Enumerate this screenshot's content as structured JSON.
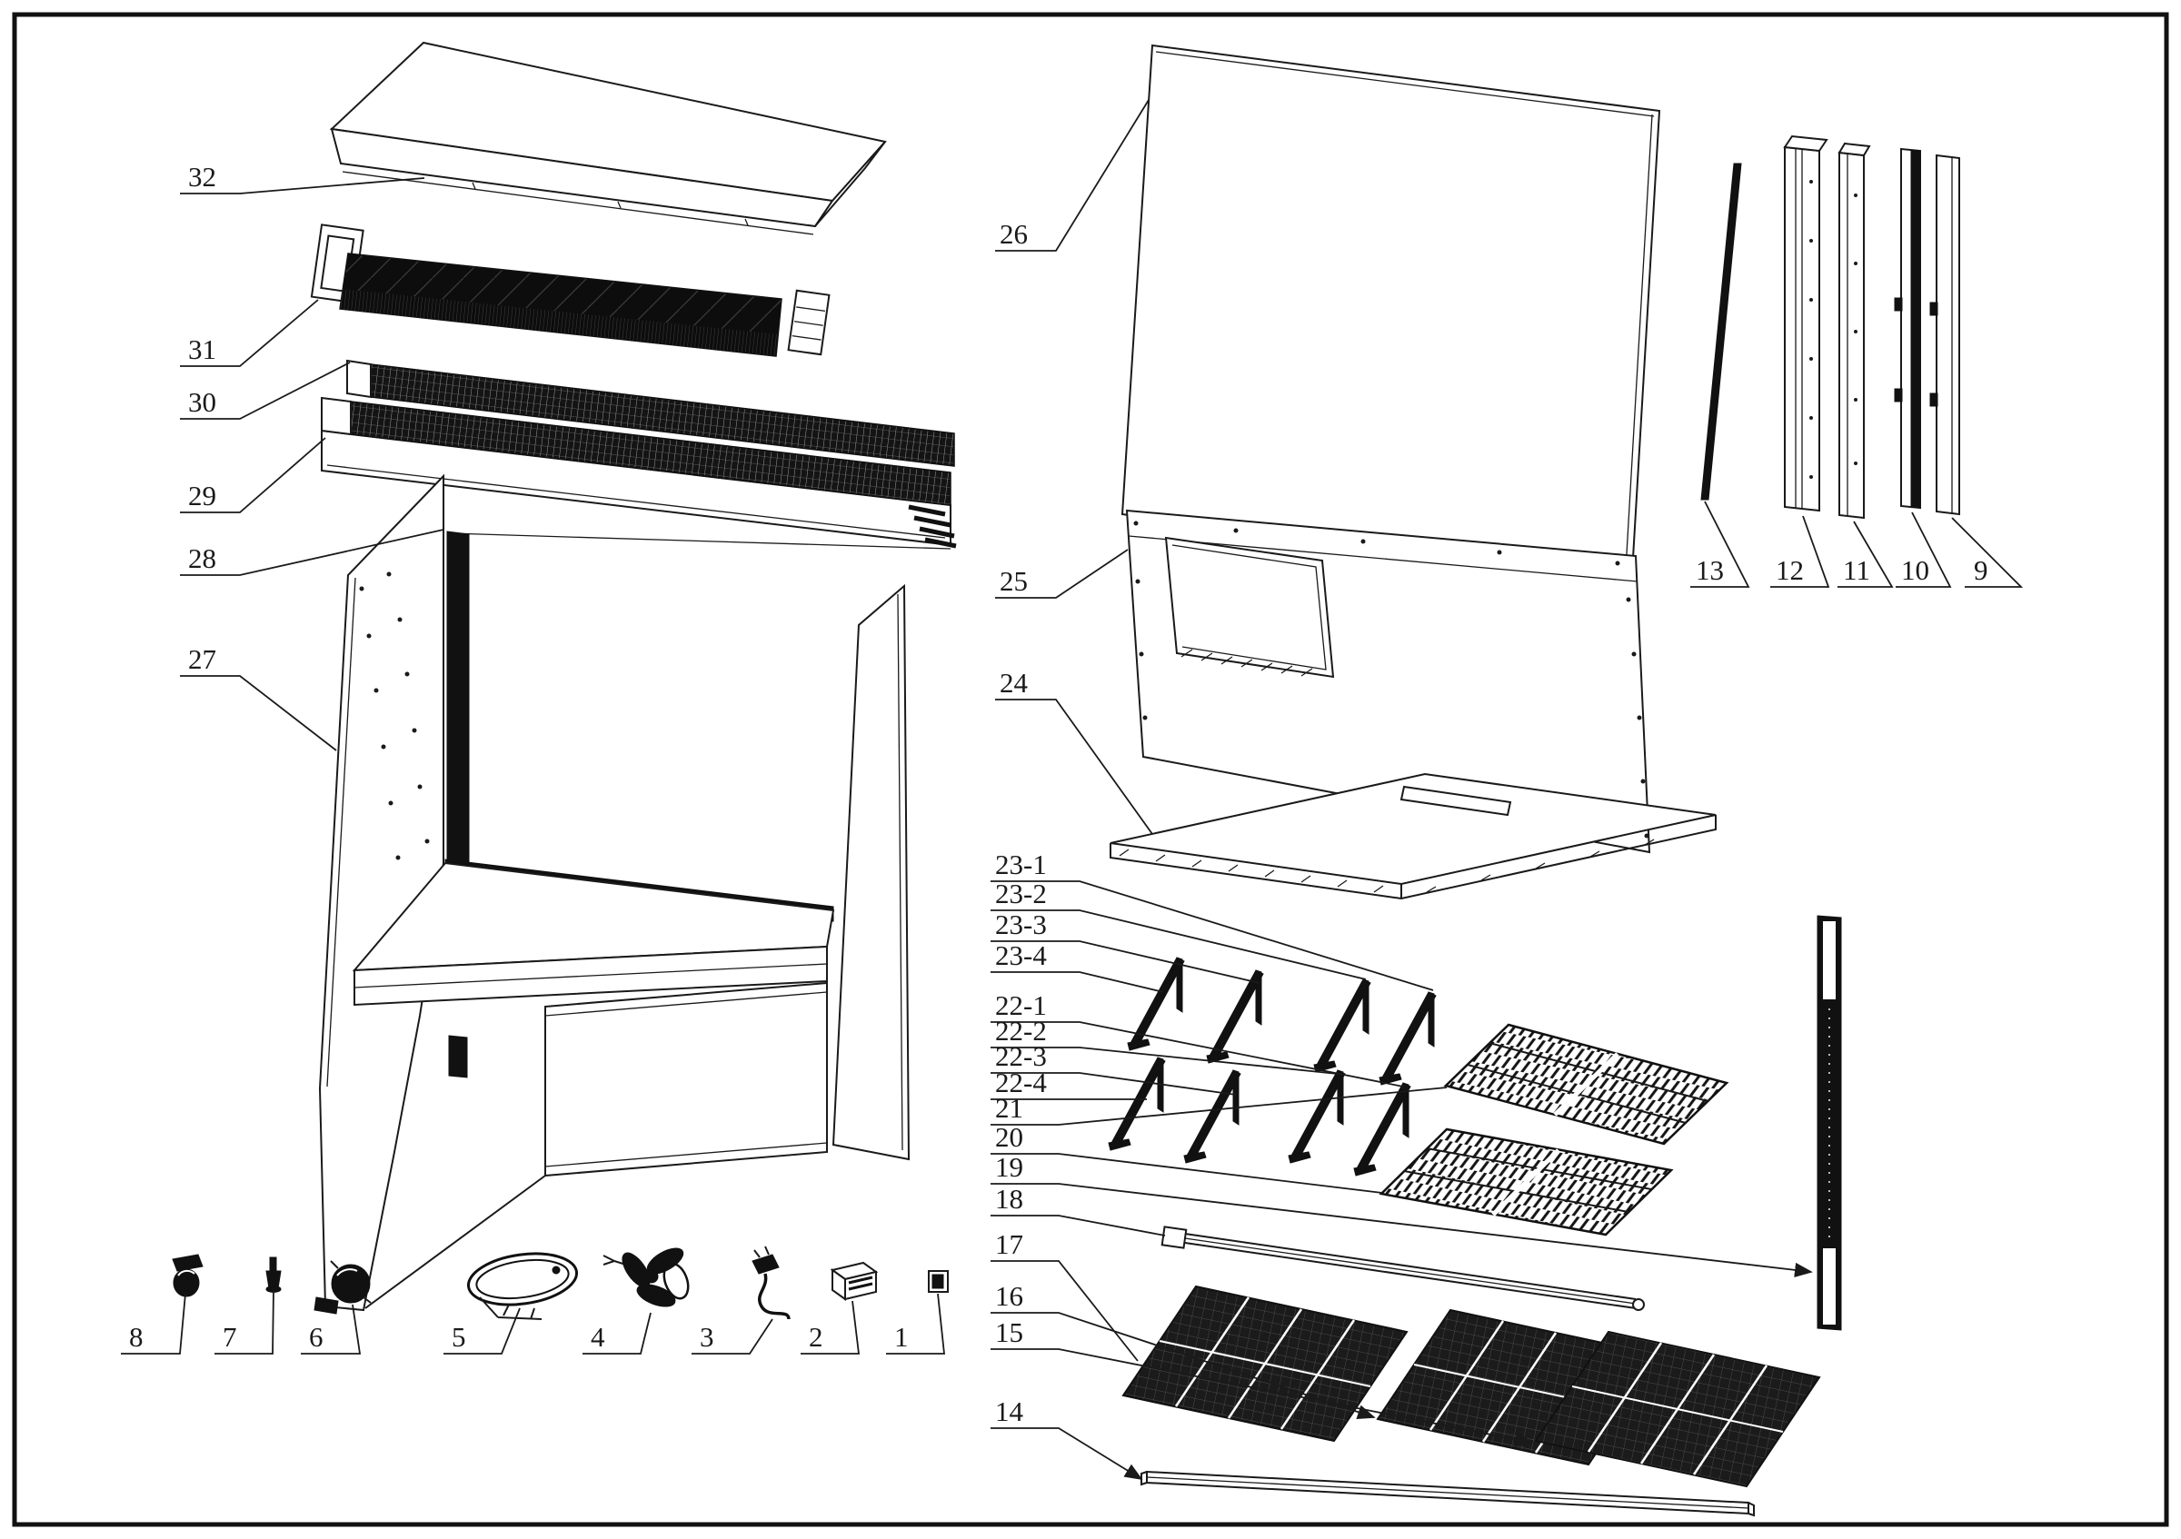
{
  "figure": {
    "kind": "exploded-parts-diagram",
    "subject": "refrigerated display cabinet",
    "background": "#ffffff",
    "line_color": "#1a1a1a"
  },
  "parts": [
    {
      "label": "32",
      "name": "top-cover-panel"
    },
    {
      "label": "31",
      "name": "evaporator-coil"
    },
    {
      "label": "30",
      "name": "air-grille-strip"
    },
    {
      "label": "29",
      "name": "grille-tray"
    },
    {
      "label": "28",
      "name": "corner-trim-strip"
    },
    {
      "label": "27",
      "name": "cabinet-body"
    },
    {
      "label": "26",
      "name": "front-glass-panel"
    },
    {
      "label": "25",
      "name": "rear-access-panel"
    },
    {
      "label": "24",
      "name": "bottom-glass-shelf"
    },
    {
      "label": "23-1",
      "name": "upper-shelf-bracket-1"
    },
    {
      "label": "23-2",
      "name": "upper-shelf-bracket-2"
    },
    {
      "label": "23-3",
      "name": "upper-shelf-bracket-3"
    },
    {
      "label": "23-4",
      "name": "upper-shelf-bracket-4"
    },
    {
      "label": "22-1",
      "name": "lower-shelf-bracket-1"
    },
    {
      "label": "22-2",
      "name": "lower-shelf-bracket-2"
    },
    {
      "label": "22-3",
      "name": "lower-shelf-bracket-3"
    },
    {
      "label": "22-4",
      "name": "lower-shelf-bracket-4"
    },
    {
      "label": "21",
      "name": "wire-shelf-upper"
    },
    {
      "label": "20",
      "name": "wire-shelf-lower"
    },
    {
      "label": "19",
      "name": "rear-corner-post"
    },
    {
      "label": "18",
      "name": "heater-tube"
    },
    {
      "label": "17",
      "name": "condenser-grid-left"
    },
    {
      "label": "16",
      "name": "condenser-grid-middle"
    },
    {
      "label": "15",
      "name": "condenser-grid-right"
    },
    {
      "label": "14",
      "name": "bottom-rail"
    },
    {
      "label": "13",
      "name": "trim-strip"
    },
    {
      "label": "12",
      "name": "upright-post-a"
    },
    {
      "label": "11",
      "name": "upright-post-b"
    },
    {
      "label": "10",
      "name": "upright-post-c"
    },
    {
      "label": "9",
      "name": "upright-post-d"
    },
    {
      "label": "8",
      "name": "caster-wheel"
    },
    {
      "label": "7",
      "name": "leveling-foot"
    },
    {
      "label": "6",
      "name": "fan-motor"
    },
    {
      "label": "5",
      "name": "fan-shroud-ring"
    },
    {
      "label": "4",
      "name": "fan-blade"
    },
    {
      "label": "3",
      "name": "power-cord"
    },
    {
      "label": "2",
      "name": "switch-box"
    },
    {
      "label": "1",
      "name": "rocker-switch"
    }
  ]
}
